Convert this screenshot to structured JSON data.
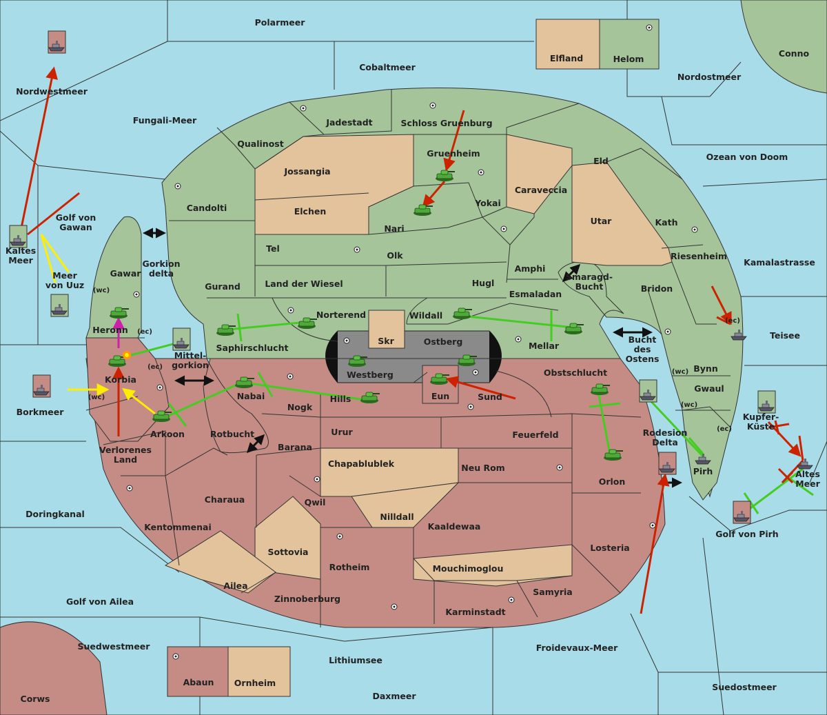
{
  "colors": {
    "sea": "#a8dce8",
    "green_power": "#a5c49a",
    "red_power": "#c48c84",
    "neutral": "#e3c39c",
    "impassable": "#8a8a8a",
    "arrow_red": "#cc2200",
    "arrow_green": "#44cc22",
    "arrow_yellow": "#ffee00",
    "arrow_magenta": "#cc22aa"
  },
  "seas": {
    "polarmeer": "Polarmeer",
    "cobaltmeer": "Cobaltmeer",
    "nordostmeer": "Nordostmeer",
    "conno": "Conno",
    "ozean_von_doom": "Ozean von Doom",
    "kamalastrasse": "Kamalastrasse",
    "teisee": "Teisee",
    "nordwestmeer": "Nordwestmeer",
    "fungali_meer": "Fungali-Meer",
    "golf_von_gawan": "Golf von\nGawan",
    "kaltes_meer": "Kaltes\nMeer",
    "meer_von_uuz": "Meer\nvon Uuz",
    "gorkion_delta": "Gorkion\ndelta",
    "mittelgorkion": "Mittel-\ngorkion",
    "borkmeer": "Borkmeer",
    "rotbucht": "Rotbucht",
    "doringkanal": "Doringkanal",
    "golf_von_ailea": "Golf von Ailea",
    "suedwestmeer": "Suedwestmeer",
    "corws": "Corws",
    "lithiumsee": "Lithiumsee",
    "daxmeer": "Daxmeer",
    "froidevaux_meer": "Froidevaux-Meer",
    "suedostmeer": "Suedostmeer",
    "golf_von_pirh": "Golf von Pirh",
    "altes_meer": "Altes\nMeer",
    "kupferkueste": "Kupfer-\nKüste",
    "smaragdbucht": "Smaragd-\nBucht",
    "bucht_des_ostens": "Bucht\ndes\nOstens",
    "rodesion_delta": "Rodesion\nDelta"
  },
  "lands": {
    "elfland": "Elfland",
    "helom": "Helom",
    "jadestadt": "Jadestadt",
    "schloss_gruenburg": "Schloss Gruenburg",
    "qualinost": "Qualinost",
    "jossangia": "Jossangia",
    "gruenheim": "Gruenheim",
    "eld": "Eld",
    "candolti": "Candolti",
    "elchen": "Elchen",
    "caraveccia": "Caraveccia",
    "yokai": "Yokai",
    "nari": "Nari",
    "utar": "Utar",
    "kath": "Kath",
    "tel": "Tel",
    "olk": "Olk",
    "amphi": "Amphi",
    "riesenheim": "Riesenheim",
    "gawar": "Gawar",
    "wc1": "(wc)",
    "gurand": "Gurand",
    "land_der_wiesel": "Land der Wiesel",
    "hugl": "Hugl",
    "esmaladan": "Esmaladan",
    "bridon": "Bridon",
    "norterend": "Norterend",
    "wildall": "Wildall",
    "heronn": "Heronn",
    "ec1": "(ec)",
    "saphirschlucht": "Saphirschlucht",
    "skr": "Skr",
    "ostberg": "Ostberg",
    "mellar": "Mellar",
    "ec2": "(ec)",
    "korbia": "Korbia",
    "ec3": "(ec)",
    "westberg": "Westberg",
    "eun": "Eun",
    "sund": "Sund",
    "obstschlucht": "Obstschlucht",
    "bynn": "Bynn",
    "wc2": "(wc)",
    "gwaul": "Gwaul",
    "wc3": "(wc)",
    "nabai": "Nabai",
    "hills": "Hills",
    "nogk": "Nogk",
    "wc4": "(wc)",
    "ec4": "(ec)",
    "arkoon": "Arkoon",
    "urur": "Urur",
    "feuerfeld": "Feuerfeld",
    "pirh": "Pirh",
    "verlorenes_land": "Verlorenes\nLand",
    "barana": "Barana",
    "chapablublek": "Chapablublek",
    "neu_rom": "Neu Rom",
    "orlon": "Orlon",
    "charaua": "Charaua",
    "qwil": "Qwil",
    "nilldall": "Nilldall",
    "kentommenai": "Kentommenai",
    "kaaldewaa": "Kaaldewaa",
    "losteria": "Losteria",
    "sottovia": "Sottovia",
    "rotheim": "Rotheim",
    "mouchimoglou": "Mouchimoglou",
    "ailea": "Ailea",
    "samyria": "Samyria",
    "zinnoberburg": "Zinnoberburg",
    "karminstadt": "Karminstadt",
    "abaun": "Abaun",
    "ornheim": "Ornheim"
  },
  "icons": [
    "supply-center-dot",
    "tank-army-icon",
    "ship-fleet-icon",
    "double-arrow-icon",
    "explosion-icon"
  ]
}
